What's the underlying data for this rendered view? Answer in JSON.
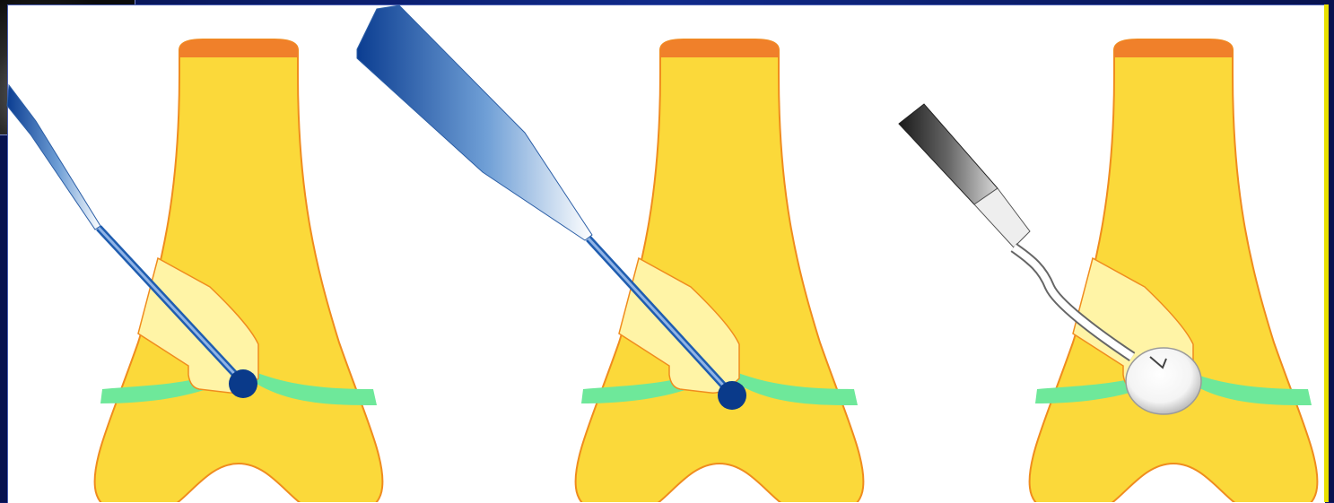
{
  "colors": {
    "background": "#0a1a66",
    "panel": "#ffffff",
    "bone": "#fbd93a",
    "bone_outline": "#f08c1e",
    "cartilage_cap": "#f0802a",
    "growth_plate": "#6ee89a",
    "lesion": "#fff4a6",
    "probe_tip": "#0a3a8a",
    "probe_shaft": "#1f5db0",
    "accent_strip": "#e8e000"
  },
  "panels": [
    {
      "label": "",
      "instrument": "probe"
    },
    {
      "label": "",
      "instrument": "probe"
    },
    {
      "label": "",
      "instrument": "balloon-catheter"
    }
  ]
}
